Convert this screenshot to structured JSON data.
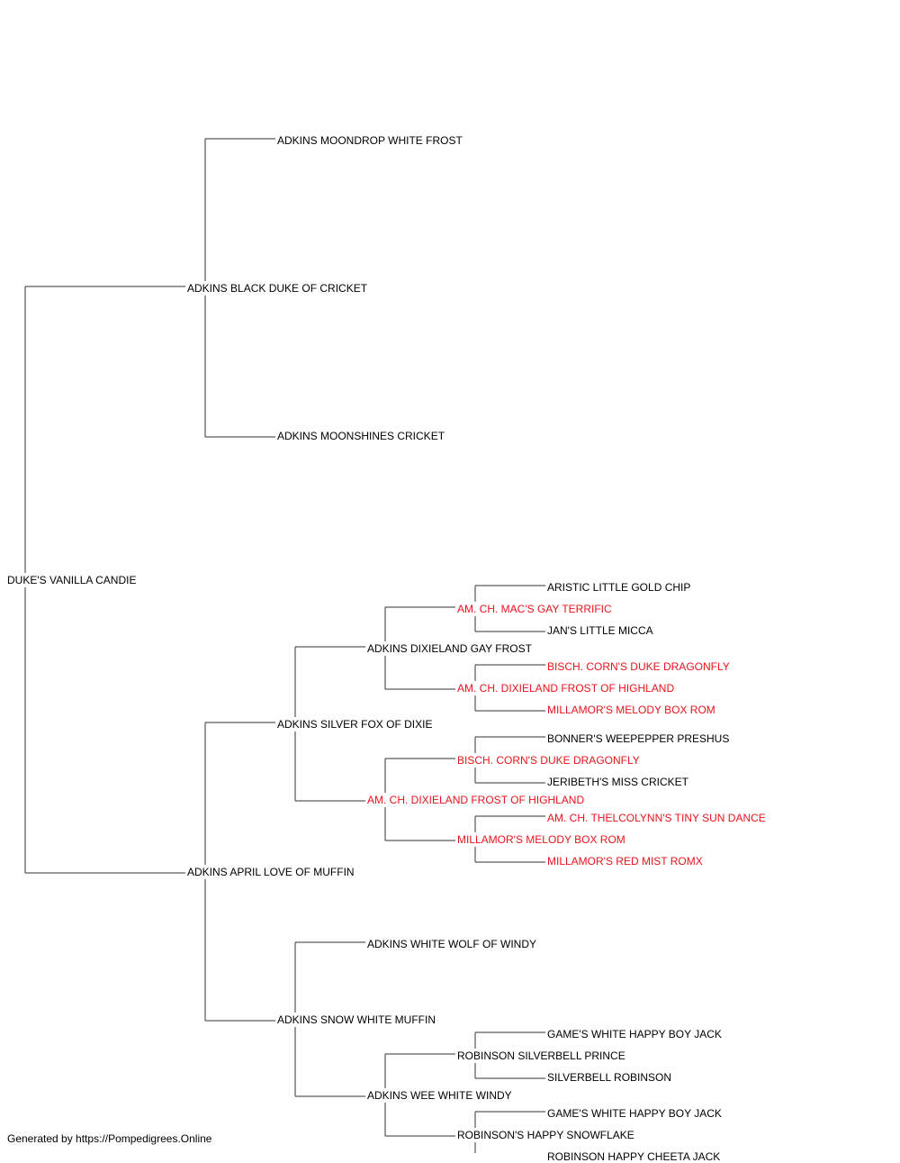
{
  "colors": {
    "normal": "#000000",
    "highlight": "#e8141b",
    "line": "#333333"
  },
  "pedigree": {
    "name": "DUKE'S VANILLA CANDIE",
    "highlight": false,
    "sire": {
      "name": "ADKINS BLACK DUKE OF CRICKET",
      "highlight": false,
      "sire": {
        "name": "ADKINS MOONDROP WHITE FROST",
        "highlight": false
      },
      "dam": {
        "name": "ADKINS MOONSHINES CRICKET",
        "highlight": false
      }
    },
    "dam": {
      "name": "ADKINS APRIL LOVE OF MUFFIN",
      "highlight": false,
      "sire": {
        "name": "ADKINS SILVER FOX OF DIXIE",
        "highlight": false,
        "sire": {
          "name": "ADKINS DIXIELAND GAY FROST",
          "highlight": false,
          "sire": {
            "name": "AM. CH. MAC'S GAY TERRIFIC",
            "highlight": true,
            "sire": {
              "name": "ARISTIC LITTLE GOLD CHIP",
              "highlight": false
            },
            "dam": {
              "name": "JAN'S LITTLE MICCA",
              "highlight": false
            }
          },
          "dam": {
            "name": "AM. CH. DIXIELAND FROST OF HIGHLAND",
            "highlight": true,
            "sire": {
              "name": "BISCH. CORN'S DUKE DRAGONFLY",
              "highlight": true
            },
            "dam": {
              "name": "MILLAMOR'S MELODY BOX ROM",
              "highlight": true
            }
          }
        },
        "dam": {
          "name": "AM. CH. DIXIELAND FROST OF HIGHLAND",
          "highlight": true,
          "sire": {
            "name": "BISCH. CORN'S DUKE DRAGONFLY",
            "highlight": true,
            "sire": {
              "name": "BONNER'S WEEPEPPER PRESHUS",
              "highlight": false
            },
            "dam": {
              "name": "JERIBETH'S MISS CRICKET",
              "highlight": false
            }
          },
          "dam": {
            "name": "MILLAMOR'S MELODY BOX ROM",
            "highlight": true,
            "sire": {
              "name": "AM. CH. THELCOLYNN'S TINY SUN DANCE",
              "highlight": true
            },
            "dam": {
              "name": "MILLAMOR'S RED MIST ROMX",
              "highlight": true
            }
          }
        }
      },
      "dam": {
        "name": "ADKINS SNOW WHITE MUFFIN",
        "highlight": false,
        "sire": {
          "name": "ADKINS WHITE WOLF OF WINDY",
          "highlight": false
        },
        "dam": {
          "name": "ADKINS WEE WHITE WINDY",
          "highlight": false,
          "sire": {
            "name": "ROBINSON SILVERBELL PRINCE",
            "highlight": false,
            "sire": {
              "name": "GAME'S WHITE HAPPY BOY JACK",
              "highlight": false
            },
            "dam": {
              "name": "SILVERBELL ROBINSON",
              "highlight": false
            }
          },
          "dam": {
            "name": "ROBINSON'S HAPPY SNOWFLAKE",
            "highlight": false,
            "sire": {
              "name": "GAME'S WHITE HAPPY BOY JACK",
              "highlight": false
            },
            "dam": {
              "name": "ROBINSON HAPPY CHEETA JACK",
              "highlight": false
            }
          }
        }
      }
    }
  },
  "footer": {
    "text": "Generated by https://Pompedigrees.Online"
  }
}
